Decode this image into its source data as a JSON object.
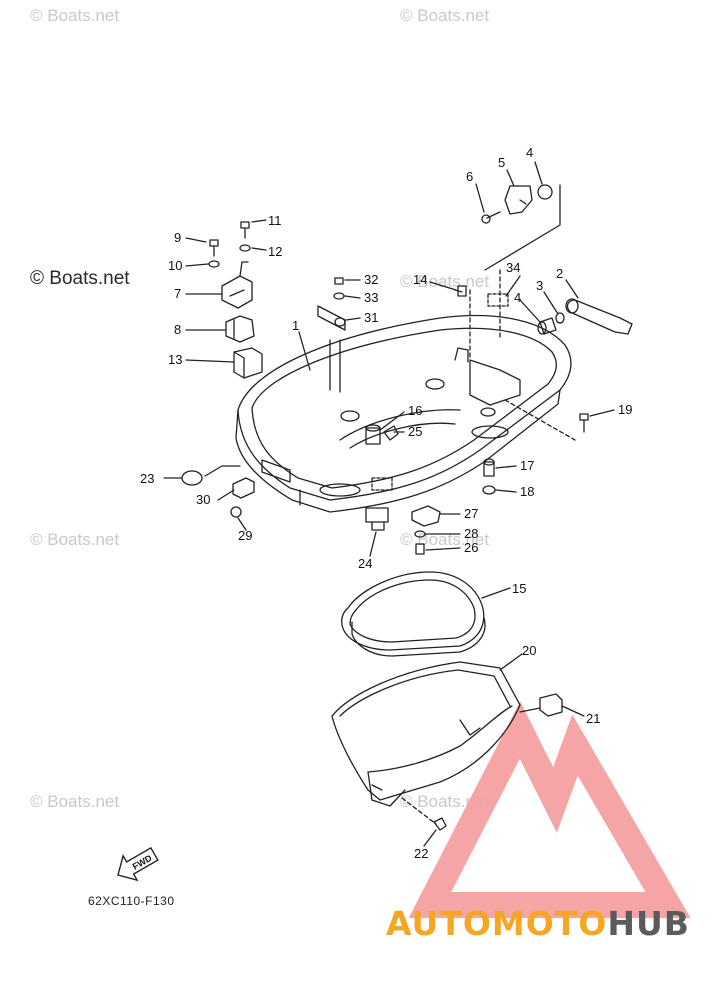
{
  "watermarks": {
    "small": "© Boats.net",
    "main": "© Boats.net"
  },
  "diagram_code": "62XC110-F130",
  "fwd_label": "FWD",
  "brand": {
    "part1": "AUTO",
    "part2": "MOTO",
    "part3": "HUB",
    "accent_color": "#f5a623",
    "dark_color": "#5b5b5b",
    "logo_color": "#f4a0a0"
  },
  "parts": {
    "p1": "1",
    "p2": "2",
    "p3": "3",
    "p4a": "4",
    "p4b": "4",
    "p5": "5",
    "p6": "6",
    "p7": "7",
    "p8": "8",
    "p9": "9",
    "p10": "10",
    "p11": "11",
    "p12": "12",
    "p13": "13",
    "p14": "14",
    "p15": "15",
    "p16": "16",
    "p17": "17",
    "p18": "18",
    "p19": "19",
    "p20": "20",
    "p21": "21",
    "p22": "22",
    "p23": "23",
    "p24": "24",
    "p25": "25",
    "p26": "26",
    "p27": "27",
    "p28": "28",
    "p29": "29",
    "p30": "30",
    "p31": "31",
    "p32": "32",
    "p33": "33",
    "p34": "34"
  }
}
